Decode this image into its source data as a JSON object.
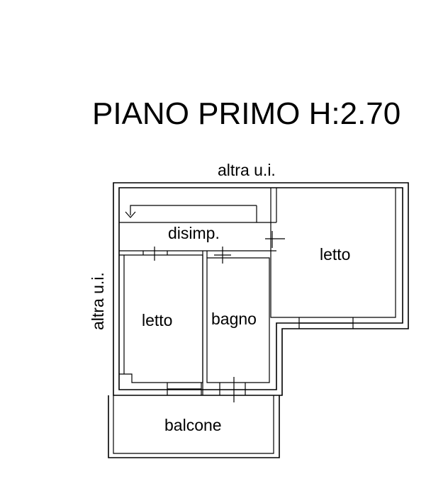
{
  "title": "PIANO PRIMO H:2.70",
  "labels": {
    "north": "altra u.i.",
    "west": "altra u.i.",
    "disimp": "disimp.",
    "letto_right": "letto",
    "letto_left": "letto",
    "bagno": "bagno",
    "balcone": "balcone"
  }
}
